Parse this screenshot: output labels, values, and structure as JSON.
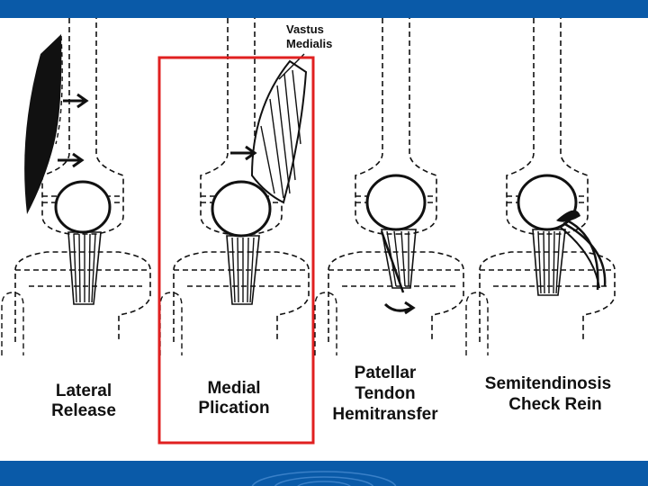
{
  "labels": {
    "vastus_line1": "Vastus",
    "vastus_line2": "Medialis",
    "panel1_line1": "Lateral",
    "panel1_line2": "Release",
    "panel2_line1": "Medial",
    "panel2_line2": "Plication",
    "panel3_line1": "Patellar",
    "panel3_line2": "Tendon",
    "panel3_line3": "Hemitransfer",
    "panel4_line1": "Semitendinosis",
    "panel4_line2": "Check Rein"
  },
  "colors": {
    "bar": "#0a5aa8",
    "highlight_box": "#e02020",
    "ink": "#111111"
  }
}
